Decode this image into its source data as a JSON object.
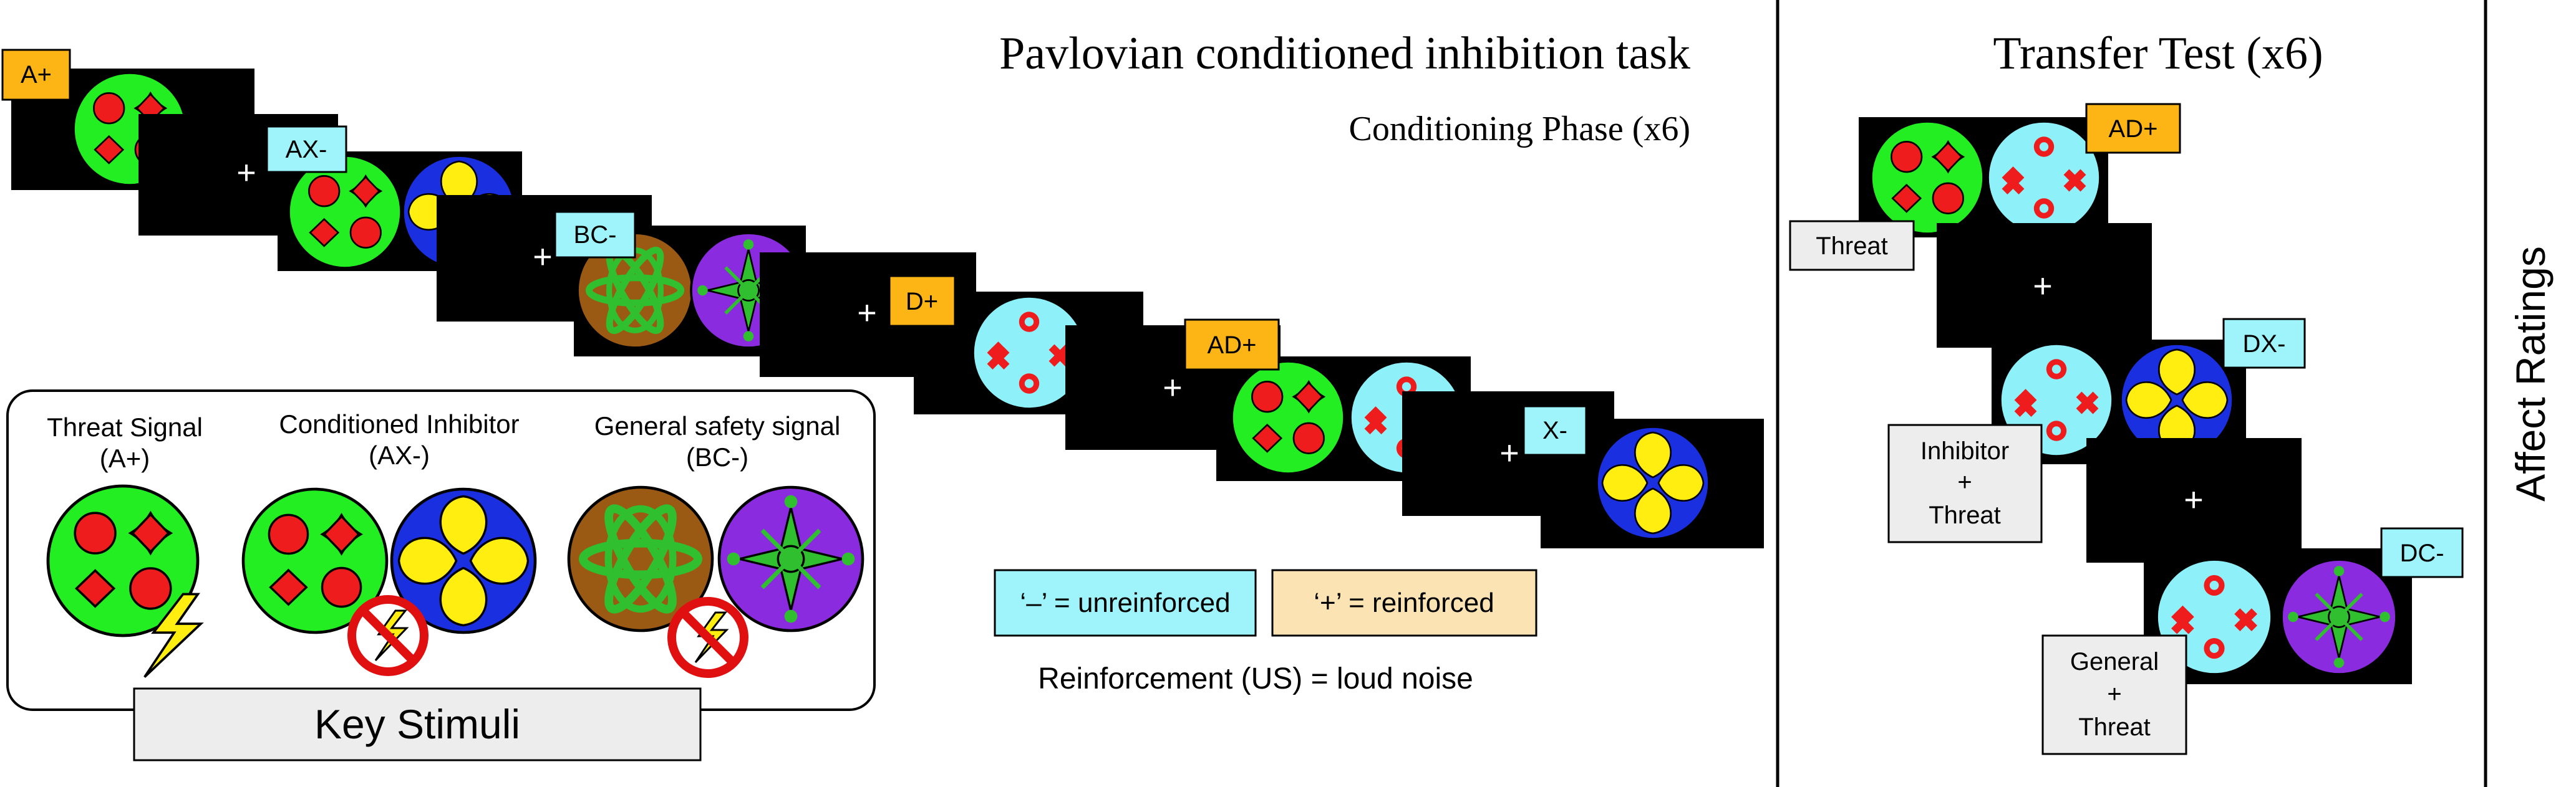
{
  "colors": {
    "screen": "#000000",
    "reinforced_label": "#FDB515",
    "unreinforced_label": "#9EF4FA",
    "ratings_label": "#EDEDED",
    "stim_A": "#22EE22",
    "stim_X": "#1A2FE0",
    "stim_B": "#9B5A14",
    "stim_C": "#8B2BE0",
    "stim_D": "#8EF0F8",
    "shape_red": "#EE1C1C",
    "shape_yellow": "#FFEE10",
    "shape_green": "#2FBF2F",
    "no_sign_red": "#E01010"
  },
  "icons": [
    "fixation-cross",
    "lightning-bolt-icon",
    "no-symbol-icon",
    "divider-line"
  ],
  "conditioning": {
    "title": "Pavlovian conditioned inhibition task",
    "subtitle": "Conditioning Phase (x6)",
    "trial_labels": {
      "a_plus": "A+",
      "ax_minus": "AX-",
      "bc_minus": "BC-",
      "d_plus": "D+",
      "ad_plus": "AD+",
      "x_minus": "X-"
    },
    "fixation": "+"
  },
  "legend": {
    "unreinforced": "‘–’ = unreinforced",
    "reinforced": "‘+’ = reinforced",
    "us_note": "Reinforcement (US) = loud noise"
  },
  "key_stimuli": {
    "title": "Key Stimuli",
    "threat_name": "Threat Signal",
    "threat_code": "(A+)",
    "inhibitor_name": "Conditioned Inhibitor",
    "inhibitor_code": "(AX-)",
    "safety_name": "General safety signal",
    "safety_code": "(BC-)"
  },
  "transfer": {
    "title": "Transfer Test (x6)",
    "trial_labels": {
      "ad_plus": "AD+",
      "dx_minus": "DX-",
      "dc_minus": "DC-"
    },
    "ratings": {
      "threat": "Threat",
      "inhibitor": [
        "Inhibitor",
        "+",
        "Threat"
      ],
      "general": [
        "General",
        "+",
        "Threat"
      ]
    },
    "fixation": "+"
  },
  "side_label": "Affect Ratings"
}
